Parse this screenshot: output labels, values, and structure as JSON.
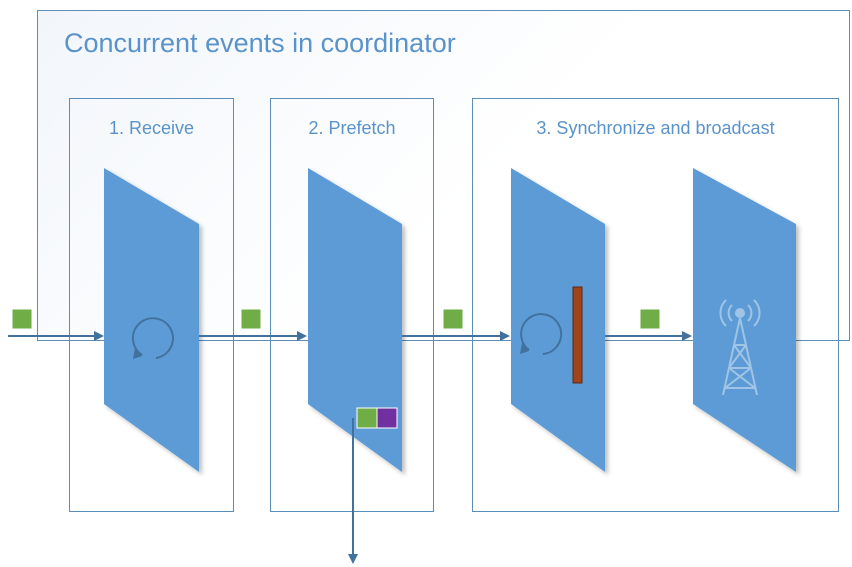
{
  "diagram": {
    "title": "Concurrent events in coordinator",
    "stages": [
      {
        "label": "1. Receive"
      },
      {
        "label": "2. Prefetch"
      },
      {
        "label": "3. Synchronize and broadcast"
      }
    ],
    "colors": {
      "panel_fill": "#5b9bd5",
      "border": "#5b8db8",
      "arrow": "#41719c",
      "text": "#5a93c9",
      "message_green": "#70ad47",
      "message_purple": "#7030a0",
      "barrier_brown": "#a0441c",
      "icon_light": "#9fc4e6"
    },
    "icons": [
      "loop-icon",
      "loop-icon",
      "barrier-bar-icon",
      "broadcast-tower-icon"
    ]
  }
}
